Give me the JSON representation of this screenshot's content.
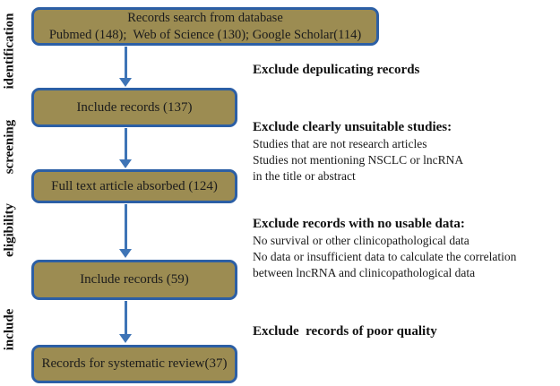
{
  "figure": {
    "stages": [
      "identification",
      "screening",
      "eligibility",
      "include"
    ],
    "boxes": [
      {
        "lines": [
          "Records search from database",
          "Pubmed (148);  Web of Science (130); Google Scholar(114)"
        ]
      },
      {
        "lines": [
          "Include records (137)"
        ]
      },
      {
        "lines": [
          "Full text article absorbed (124)"
        ]
      },
      {
        "lines": [
          "Include records (59)"
        ]
      },
      {
        "lines": [
          "Records for systematic review(37)"
        ]
      }
    ],
    "exclusions": [
      {
        "title": "Exclude depulicating records",
        "details": []
      },
      {
        "title": "Exclude clearly unsuitable studies:",
        "details": [
          "Studies that are not research articles",
          "Studies not mentioning NSCLC or lncRNA",
          "in the title or abstract"
        ]
      },
      {
        "title": "Exclude records with no usable data:",
        "details": [
          "No survival or other clinicopathological data",
          "No data or insufficient data to calculate the correlation",
          "between lncRNA and clinicopathological data"
        ]
      },
      {
        "title": "Exclude  records of poor quality",
        "details": []
      }
    ],
    "colors": {
      "box_fill": "#9c8c52",
      "box_border": "#2c5fa5",
      "arrow": "#3e74b6",
      "text": "#1a1a1a",
      "background": "#ffffff"
    }
  }
}
